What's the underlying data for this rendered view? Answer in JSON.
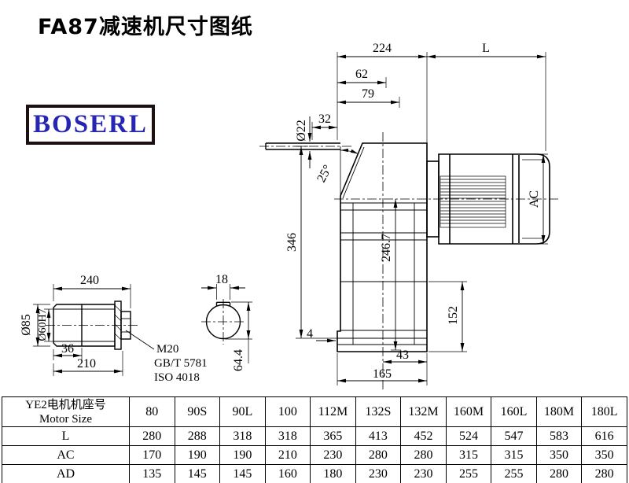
{
  "page": {
    "title": "FA87减速机尺寸图纸",
    "logo": "BOSERL"
  },
  "drawing": {
    "n224": "224",
    "nL": "L",
    "n62": "62",
    "n79": "79",
    "n32": "32",
    "dia22": "Ø22",
    "ang25": "25°",
    "n346": "346",
    "n246_7": "246.7",
    "nAC": "AC",
    "n152": "152",
    "n4": "4",
    "n43": "43",
    "n165": "165",
    "n240": "240",
    "n18": "18",
    "dia85": "Ø85",
    "dia60h7": "Ø60H7",
    "n36": "36",
    "n210": "210",
    "n64_4": "64.4",
    "m20": "M20",
    "gb": "GB/T 5781",
    "iso": "ISO 4018"
  },
  "table": {
    "header_cn": "YE2电机机座号",
    "header_en": "Motor Size",
    "sizes": [
      "80",
      "90S",
      "90L",
      "100",
      "112M",
      "132S",
      "132M",
      "160M",
      "160L",
      "180M",
      "180L"
    ],
    "rows": [
      {
        "label": "L",
        "values": [
          "280",
          "288",
          "318",
          "318",
          "365",
          "413",
          "452",
          "524",
          "547",
          "583",
          "616"
        ]
      },
      {
        "label": "AC",
        "values": [
          "170",
          "190",
          "190",
          "210",
          "230",
          "280",
          "280",
          "315",
          "315",
          "350",
          "350"
        ]
      },
      {
        "label": "AD",
        "values": [
          "135",
          "145",
          "145",
          "160",
          "180",
          "230",
          "230",
          "255",
          "255",
          "280",
          "280"
        ]
      }
    ]
  }
}
